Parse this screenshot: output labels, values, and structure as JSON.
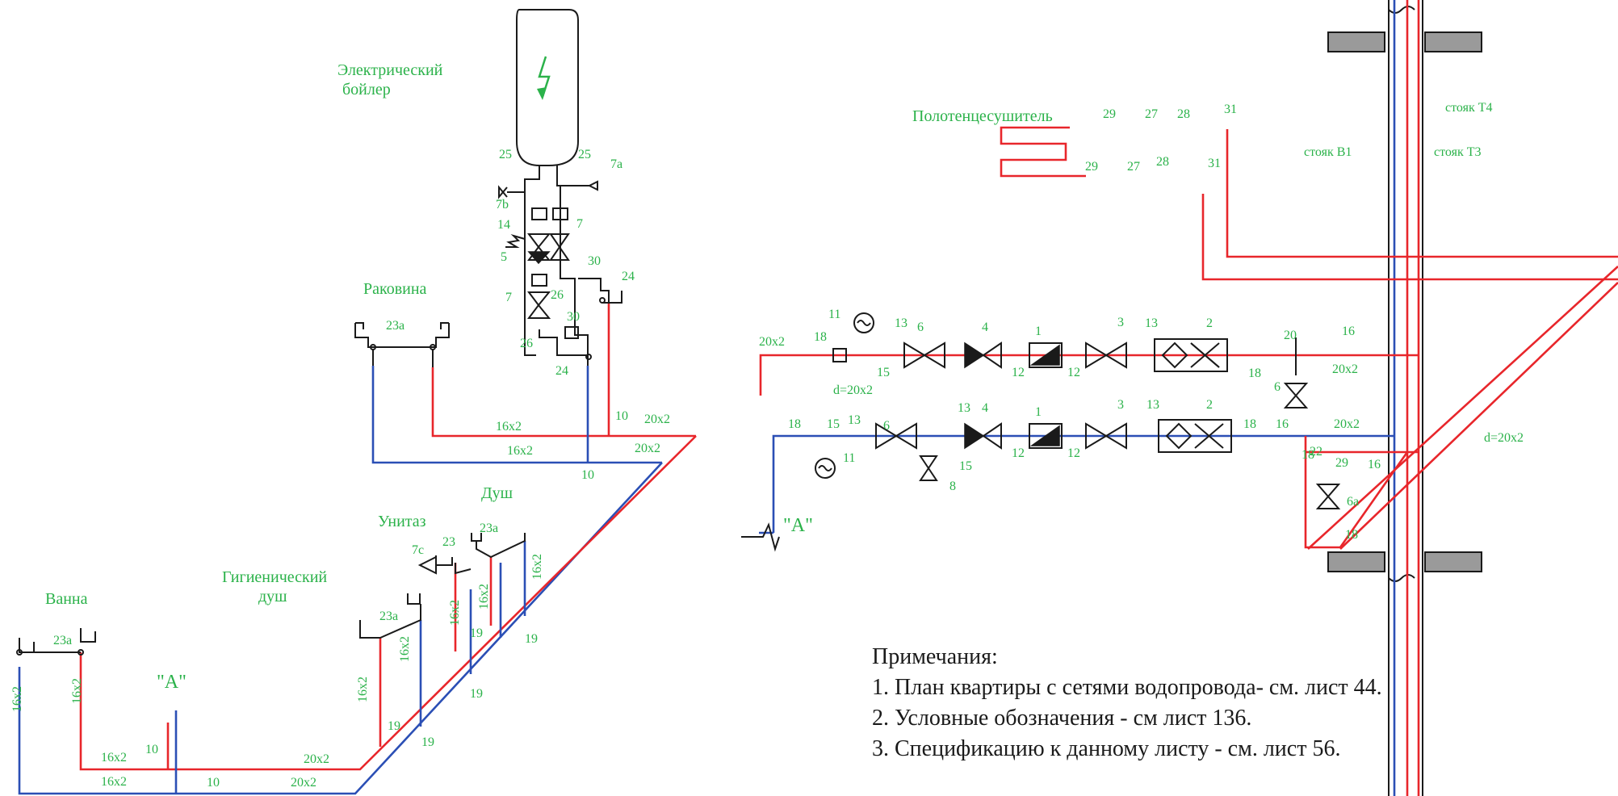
{
  "colors": {
    "hot_pipe": "#e8262b",
    "cold_pipe": "#2b4fb5",
    "labels": "#2bb24a",
    "fittings": "#1a1a1a"
  },
  "fixtures": {
    "boiler": "Электрический бойлер",
    "boiler_line1": "Электрический",
    "boiler_line2": "бойлер",
    "sink": "Раковина",
    "shower": "Душ",
    "toilet": "Унитаз",
    "hyg_line1": "Гигиенический",
    "hyg_line2": "душ",
    "bath": "Ванна",
    "towel_dryer": "Полотенцесушитель"
  },
  "risers": {
    "t4": "стояк Т4",
    "b1": "стояк В1",
    "t3": "стояк Т3"
  },
  "mark_a": "\"А\"",
  "pipe_labels": {
    "d20": "20x2",
    "d16": "16x2",
    "d_eq_20": "d=20x2"
  },
  "item_labels": {
    "i1": "1",
    "i2": "2",
    "i3": "3",
    "i4": "4",
    "i5": "5",
    "i6": "6",
    "i6a": "6a",
    "i7": "7",
    "i7a": "7a",
    "i7b": "7b",
    "i7c": "7c",
    "i8": "8",
    "i10": "10",
    "i11": "11",
    "i12": "12",
    "i13": "13",
    "i14": "14",
    "i15": "15",
    "i16": "16",
    "i18": "18",
    "i19": "19",
    "i20": "20",
    "i22": "22",
    "i23": "23",
    "i23a": "23a",
    "i24": "24",
    "i25": "25",
    "i26": "26",
    "i27": "27",
    "i28": "28",
    "i29": "29",
    "i30": "30",
    "i31": "31"
  },
  "notes": {
    "heading": "Примечания:",
    "items": [
      "1. План квартиры с сетями водопровода-  см. лист 44.",
      "2. Условные обозначения - см лист 136.",
      "3. Спецификацию  к данному листу - см. лист 56."
    ]
  }
}
